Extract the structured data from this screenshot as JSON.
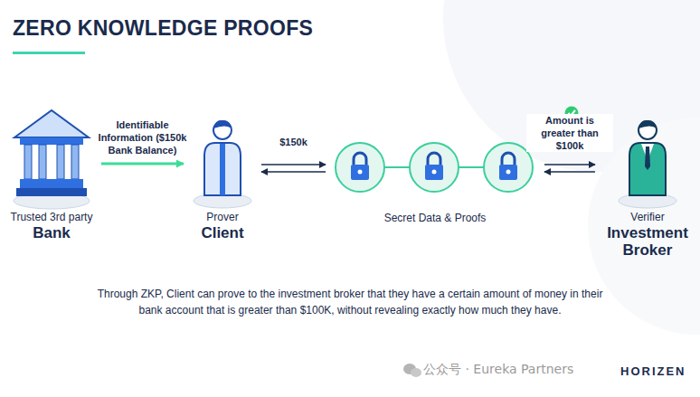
{
  "diagram": {
    "title": "ZERO KNOWLEDGE PROOFS",
    "caption": "Through ZKP, Client can prove to the investment broker that they have a certain amount of money in their bank account that is greater than $100K, without revealing exactly how much they have.",
    "nodes": [
      {
        "text": [
          "Trusted 3rd party",
          "Bank"
        ]
      },
      {
        "text": [
          "Prover",
          "Client"
        ]
      },
      {
        "text": [
          "Secret Data & Proofs"
        ]
      },
      {
        "text": [
          "Verifier",
          "Investment Broker"
        ]
      }
    ],
    "edges": [
      {
        "from": 0,
        "to": 1,
        "label": "Identifiable Information ($150k Bank Balance)",
        "arrow": "to"
      },
      {
        "from": 1,
        "to": 2,
        "label": "$150k",
        "arrow": "both"
      },
      {
        "from": 2,
        "to": 3,
        "label": "Amount is greater than $100k",
        "arrow": "both"
      }
    ],
    "labels": [
      "公众号 · Eureka Partners",
      "HORIZEN"
    ]
  }
}
